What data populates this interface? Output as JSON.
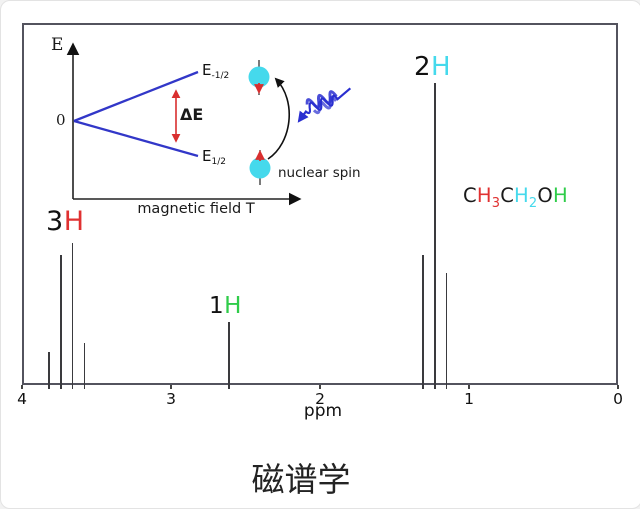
{
  "figure": {
    "caption": "磁谱学"
  },
  "inset": {
    "energy_axis_label": "E",
    "origin_label": "0",
    "field_axis_label": "magnetic field T",
    "upper_level": {
      "base": "E",
      "sub": "-1/2"
    },
    "lower_level": {
      "base": "E",
      "sub": "1/2"
    },
    "delta_e_label": "ΔE",
    "nuclear_spin_label": "nuclear spin"
  },
  "peak_labels": [
    {
      "num": "3",
      "h": "H",
      "color": "#e03131",
      "position_ppm": 3.7
    },
    {
      "num": "1",
      "h": "H",
      "color": "#2fcc4a",
      "position_ppm": 2.6
    },
    {
      "num": "2",
      "h": "H",
      "color": "#45d9ec",
      "position_ppm": 1.2
    }
  ],
  "molecule": {
    "parts": [
      {
        "text": "C",
        "color": "#1a1a1a",
        "sub": false
      },
      {
        "text": "H",
        "color": "#e03131",
        "sub": false
      },
      {
        "text": "3",
        "color": "#e03131",
        "sub": true
      },
      {
        "text": "C",
        "color": "#1a1a1a",
        "sub": false
      },
      {
        "text": "H",
        "color": "#45d9ec",
        "sub": false
      },
      {
        "text": "2",
        "color": "#45d9ec",
        "sub": true
      },
      {
        "text": "O",
        "color": "#1a1a1a",
        "sub": false
      },
      {
        "text": "H",
        "color": "#2fcc4a",
        "sub": false
      }
    ]
  },
  "chart_data": {
    "type": "bar",
    "subtype": "nmr-stick-spectrum",
    "title": "",
    "xlabel": "ppm",
    "ylabel": "",
    "xlim": [
      4,
      0
    ],
    "x_ticks": [
      4,
      3,
      2,
      1,
      0
    ],
    "ylim": [
      0,
      1
    ],
    "grid": false,
    "peaks": [
      {
        "group": "3H",
        "ppm": 3.82,
        "height": 0.11
      },
      {
        "group": "3H",
        "ppm": 3.74,
        "height": 0.43
      },
      {
        "group": "3H",
        "ppm": 3.66,
        "height": 0.47
      },
      {
        "group": "3H",
        "ppm": 3.58,
        "height": 0.14
      },
      {
        "group": "1H",
        "ppm": 2.61,
        "height": 0.21
      },
      {
        "group": "2H",
        "ppm": 1.31,
        "height": 0.43
      },
      {
        "group": "2H",
        "ppm": 1.23,
        "height": 1.0
      },
      {
        "group": "2H",
        "ppm": 1.15,
        "height": 0.37
      }
    ]
  },
  "colors": {
    "background": "#ffffff",
    "box_border": "#53535e",
    "peak_line": "#3a3a3e",
    "energy_level_blue": "#3237c8",
    "red": "#e03131",
    "cyan": "#45d9ec",
    "green": "#2fcc4a",
    "photon_blue": "#2a2fd0",
    "text": "#1a1a1a"
  }
}
